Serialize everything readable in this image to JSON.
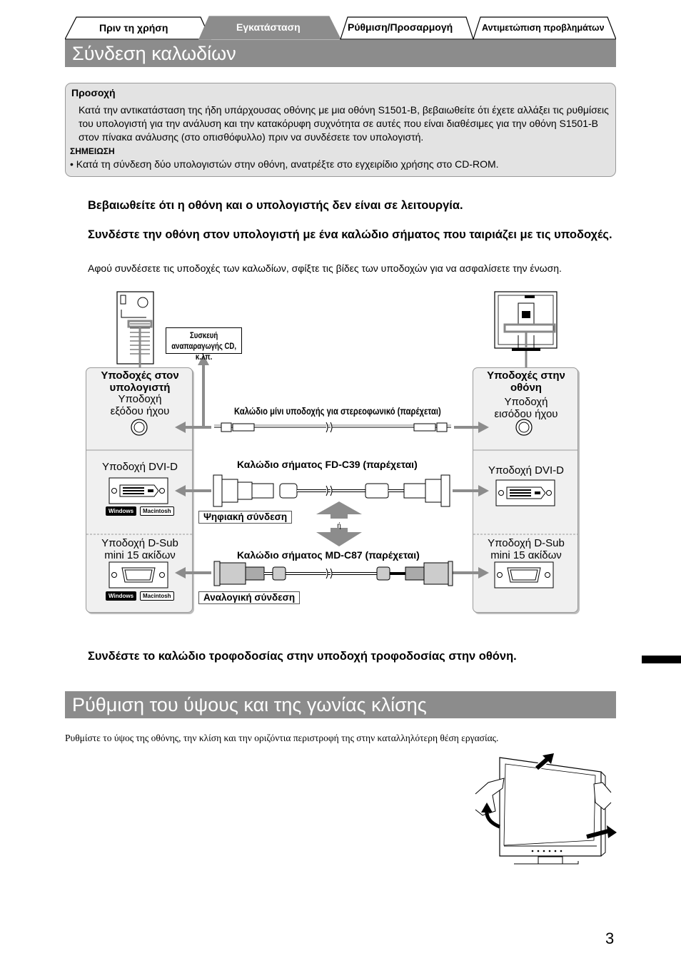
{
  "tabs": [
    {
      "label": "Πριν τη χρήση",
      "active": false
    },
    {
      "label": "Εγκατάσταση",
      "active": true
    },
    {
      "label": "Ρύθμιση/Προσαρμογή",
      "active": false
    },
    {
      "label": "Αντιμετώπιση προβλημάτων",
      "active": false
    }
  ],
  "section1": {
    "title": "Σύνδεση καλωδίων"
  },
  "caution": {
    "title": "Προσοχή",
    "body": "Κατά την αντικατάσταση της ήδη υπάρχουσας οθόνης με μια οθόνη S1501-B, βεβαιωθείτε ότι έχετε αλλάξει τις ρυθμίσεις του υπολογιστή για την ανάλυση και την κατακόρυφη συχνότητα σε αυτές που είναι διαθέσιμες για την οθόνη S1501-B στον πίνακα ανάλυσης (στο οπισθόφυλλο) πριν να συνδέσετε τον υπολογιστή.",
    "note_title": "ΣΗΜΕΙΩΣΗ",
    "note_body": "• Κατά τη σύνδεση δύο υπολογιστών στην οθόνη, ανατρέξτε στο εγχειρίδιο χρήσης στο CD-ROM."
  },
  "steps": {
    "step1": "Βεβαιωθείτε ότι η οθόνη και ο υπολογιστής δεν είναι σε λειτουργία.",
    "step2": "Συνδέστε την οθόνη στον υπολογιστή με ένα καλώδιο σήματος που ταιριάζει με τις υποδοχές.",
    "step2_note": "Αφού συνδέσετε τις υποδοχές των καλωδίων, σφίξτε τις βίδες των υποδοχών για να ασφαλίσετε την ένωση.",
    "step3": "Συνδέστε το καλώδιο τροφοδοσίας στην υποδοχή τροφοδοσίας στην οθόνη."
  },
  "diagram": {
    "cd_device": "Συσκευή αναπαραγωγής CD, κ.λπ.",
    "pc_title": "Υποδοχές στον υπολογιστή",
    "pc_audio": "Υποδοχή εξόδου ήχου",
    "pc_dvi": "Υποδοχή DVI-D",
    "pc_dsub": "Υποδοχή D-Sub mini 15 ακίδων",
    "mon_title": "Υποδοχές στην οθόνη",
    "mon_audio": "Υποδοχή εισόδου ήχου",
    "mon_dvi": "Υποδοχή DVI-D",
    "mon_dsub": "Υποδοχή D-Sub mini 15 ακίδων",
    "audio_cable": "Καλώδιο μίνι υποδοχής για στερεοφωνικό (παρέχεται)",
    "dvi_cable": "Καλώδιο σήματος FD-C39 (παρέχεται)",
    "dsub_cable": "Καλώδιο σήματος MD-C87 (παρέχεται)",
    "digital": "Ψηφιακή σύνδεση",
    "analog": "Αναλογική σύνδεση",
    "or": "ή",
    "windows": "Windows",
    "macintosh": "Macintosh"
  },
  "section2": {
    "title": "Ρύθμιση του ύψους και της γωνίας κλίσης",
    "body": "Ρυθμίστε το ύψος της οθόνης, την κλίση και την οριζόντια περιστροφή της στην καταλληλότερη θέση εργασίας."
  },
  "page_number": "3"
}
